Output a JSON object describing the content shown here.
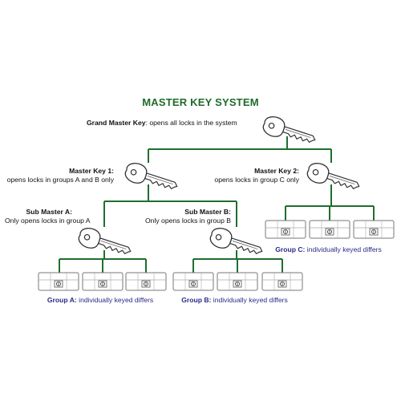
{
  "title": "MASTER KEY SYSTEM",
  "grand_master": {
    "name": "Grand Master Key",
    "desc": ": opens all locks in the system"
  },
  "master_key_1": {
    "name": "Master Key 1:",
    "desc": "opens locks in groups A and B only"
  },
  "master_key_2": {
    "name": "Master Key 2:",
    "desc": "opens locks in group C only"
  },
  "sub_master_a": {
    "name": "Sub Master A:",
    "desc": "Only opens locks in group A"
  },
  "sub_master_b": {
    "name": "Sub Master B:",
    "desc": "Only opens locks in group B"
  },
  "group_a": {
    "name": "Group A:",
    "desc": " individually keyed differs"
  },
  "group_b": {
    "name": "Group B:",
    "desc": " individually keyed differs"
  },
  "group_c": {
    "name": "Group C:",
    "desc": " individually keyed differs"
  },
  "colors": {
    "line": "#1f6f2e",
    "title": "#1e6b2a",
    "group_label": "#2a2a8a",
    "key": "#333333"
  },
  "icons": {
    "key": "key-icon",
    "lock": "cylinder-lock-icon"
  }
}
